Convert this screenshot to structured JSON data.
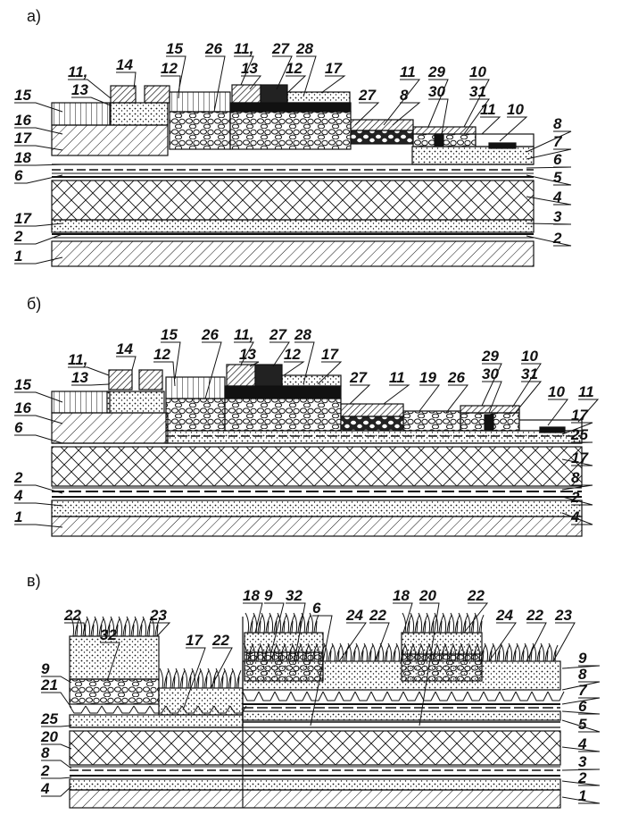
{
  "figure": {
    "panels": [
      {
        "id": "a",
        "label": "а)",
        "callouts": [
          "15",
          "16",
          "17",
          "18",
          "6",
          "11,",
          "13",
          "14",
          "15",
          "12",
          "26",
          "11,",
          "13",
          "27",
          "12",
          "28",
          "17",
          "27",
          "8",
          "11",
          "29",
          "30",
          "10",
          "31",
          "11",
          "10",
          "8",
          "7",
          "6",
          "5",
          "4",
          "17",
          "3",
          "2",
          "2",
          "1"
        ]
      },
      {
        "id": "b",
        "label": "б)",
        "callouts": [
          "11,",
          "13",
          "14",
          "15",
          "12",
          "26",
          "11,",
          "13",
          "27",
          "12",
          "28",
          "17",
          "15",
          "16",
          "6",
          "27",
          "11",
          "19",
          "26",
          "29",
          "30",
          "10",
          "31",
          "10",
          "11",
          "17",
          "25",
          "17",
          "8",
          "2",
          "2",
          "4",
          "1",
          "4"
        ]
      },
      {
        "id": "v",
        "label": "в)",
        "callouts": [
          "22",
          "32",
          "23",
          "17",
          "22",
          "9",
          "21",
          "25",
          "20",
          "8",
          "2",
          "4",
          "18",
          "9",
          "32",
          "6",
          "24",
          "22",
          "18",
          "20",
          "22",
          "24",
          "22",
          "23",
          "9",
          "8",
          "7",
          "6",
          "5",
          "4",
          "3",
          "2",
          "1"
        ]
      }
    ]
  },
  "colors": {
    "ink": "#111111",
    "paper": "#ffffff",
    "fill": "#d9d9d9"
  }
}
